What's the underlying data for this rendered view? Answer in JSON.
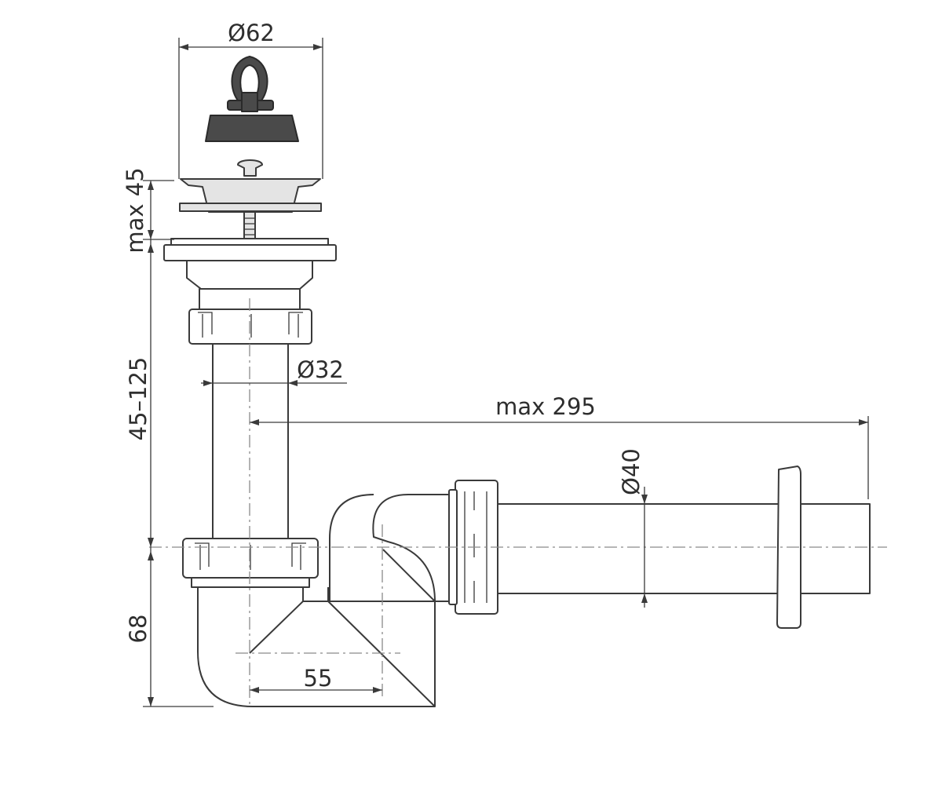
{
  "dimensions": {
    "plug_diameter": "Ø62",
    "strainer_height": "max 45",
    "tailpiece_length": "45–125",
    "tailpiece_diameter": "Ø32",
    "outlet_reach": "max 295",
    "outlet_diameter": "Ø40",
    "trap_depth": "68",
    "trap_offset": "55"
  },
  "colors": {
    "line": "#3a3a3a",
    "plug": "#4a4a4a",
    "strainer": "#e4e4e4"
  }
}
